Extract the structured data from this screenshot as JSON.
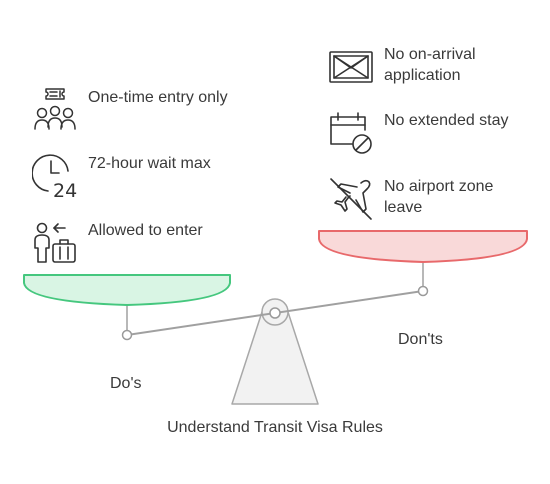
{
  "title": "Understand Transit Visa Rules",
  "dos": {
    "label": "Do's",
    "color": "#45c77e",
    "fill": "#d9f5e4",
    "items": [
      {
        "text": "One-time entry only",
        "icon": "ticket-group-icon"
      },
      {
        "text": "72-hour wait max",
        "icon": "clock-24-icon"
      },
      {
        "text": "Allowed to enter",
        "icon": "traveler-luggage-icon"
      }
    ]
  },
  "donts": {
    "label": "Don'ts",
    "color": "#e8696b",
    "fill": "#f9d9d9",
    "items": [
      {
        "text": "No on-arrival application",
        "icon": "crossed-envelope-icon"
      },
      {
        "text": "No extended stay",
        "icon": "calendar-blocked-icon"
      },
      {
        "text": "No airport zone leave",
        "icon": "plane-blocked-icon"
      }
    ]
  }
}
